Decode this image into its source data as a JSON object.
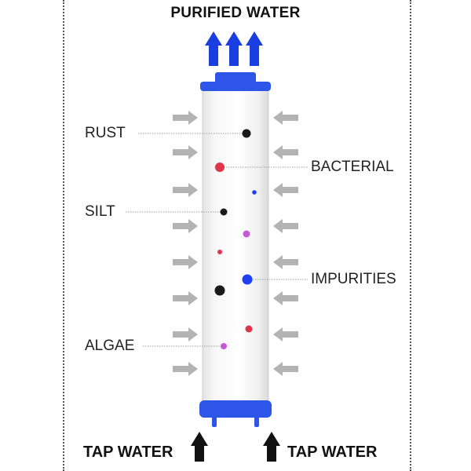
{
  "title": "PURIFIED WATER",
  "labels": {
    "rust": "RUST",
    "silt": "SILT",
    "algae": "ALGAE",
    "bacterial": "BACTERIAL",
    "impurities": "IMPURITIES"
  },
  "bottom": {
    "left": "TAP WATER",
    "right": "TAP WATER"
  },
  "colors": {
    "cap_blue": "#2d56e8",
    "arrow_blue": "#1a3fe0",
    "arrow_gray": "#b3b3b3",
    "arrow_black": "#111111",
    "rust_dot": "#1a1a1a",
    "bacterial_dot": "#e0344a",
    "impurities_dot": "#1f3ff0",
    "algae_dot": "#c65ad6"
  }
}
